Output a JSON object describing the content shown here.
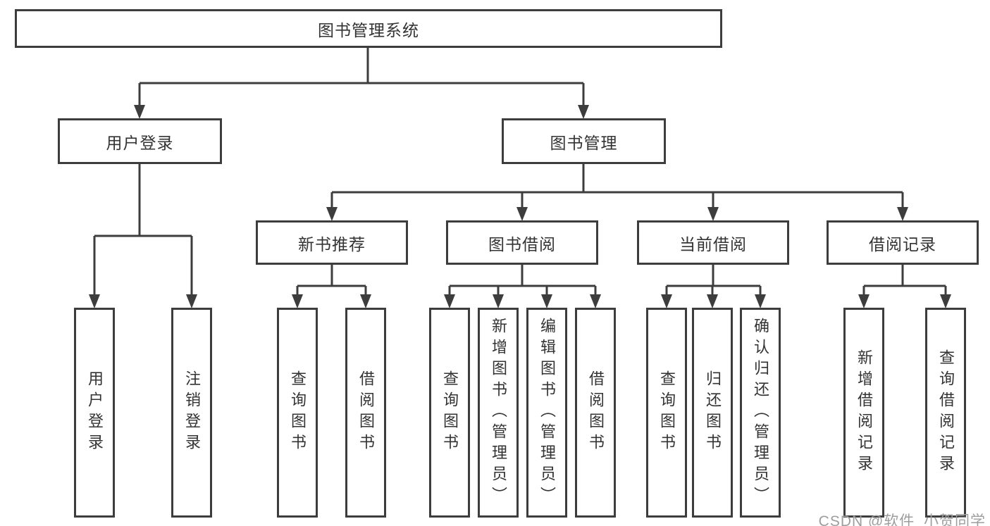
{
  "colors": {
    "line": "#3d3d3d",
    "text": "#333333",
    "background": "#ffffff",
    "watermark": "#9e9e9e"
  },
  "watermark": {
    "text": "CSDN @软件_小贺同学"
  },
  "tree": {
    "root": {
      "label": "图书管理系统",
      "children": [
        {
          "label": "用户登录",
          "children": [
            {
              "label": "用户登录"
            },
            {
              "label": "注销登录"
            }
          ]
        },
        {
          "label": "图书管理",
          "children": [
            {
              "label": "新书推荐",
              "children": [
                {
                  "label": "查询图书"
                },
                {
                  "label": "借阅图书"
                }
              ]
            },
            {
              "label": "图书借阅",
              "children": [
                {
                  "label": "查询图书"
                },
                {
                  "label": "新增图书（管理员）"
                },
                {
                  "label": "编辑图书（管理员）"
                },
                {
                  "label": "借阅图书"
                }
              ]
            },
            {
              "label": "当前借阅",
              "children": [
                {
                  "label": "查询图书"
                },
                {
                  "label": "归还图书"
                },
                {
                  "label": "确认归还（管理员）"
                }
              ]
            },
            {
              "label": "借阅记录",
              "children": [
                {
                  "label": "新增借阅记录"
                },
                {
                  "label": "查询借阅记录"
                }
              ]
            }
          ]
        }
      ]
    }
  }
}
